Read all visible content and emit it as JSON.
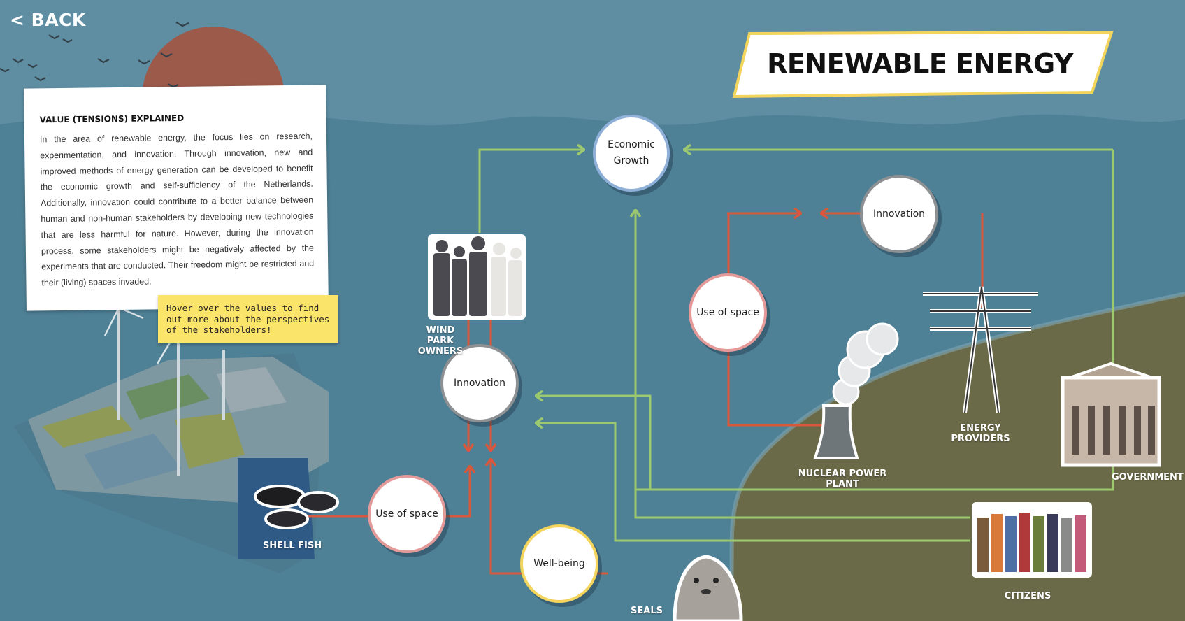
{
  "nav": {
    "back_label": "< BACK"
  },
  "title": "RENEWABLE ENERGY",
  "info": {
    "heading": "VALUE (TENSIONS) EXPLAINED",
    "body": "In the area of renewable energy, the focus lies on research, experimentation, and innovation. Through innovation, new and improved methods of energy generation can be developed to benefit the economic growth and self-sufficiency of the Netherlands. Additionally, innovation could contribute to a better balance between human and non-human stakeholders by developing new technologies that are less harmful for nature. However, during the innovation process, some stakeholders might be negatively affected by the experiments that are conducted. Their freedom might be restricted and their (living) spaces invaded."
  },
  "hint": "Hover over the values to find out more about the perspectives of the stakeholders!",
  "values": {
    "economic_growth": "Economic Growth",
    "innovation_center": "Innovation",
    "innovation_right": "Innovation",
    "use_of_space_right": "Use of space",
    "use_of_space_bottom": "Use of space",
    "well_being": "Well-being"
  },
  "stakeholders": {
    "wind_park_owners": "WIND PARK OWNERS",
    "shell_fish": "SHELL FISH",
    "seals": "SEALS",
    "nuclear_power_plant": "NUCLEAR POWER PLANT",
    "energy_providers": "ENERGY PROVIDERS",
    "government": "GOVERNMENT",
    "citizens": "CITIZENS"
  },
  "colors": {
    "sea": "#5a8aa0",
    "land": "#6b6a48",
    "positive_link": "#9dc96e",
    "tension_link": "#d9573a",
    "title_border": "#f3d45c",
    "sun": "#9b5a4a"
  }
}
